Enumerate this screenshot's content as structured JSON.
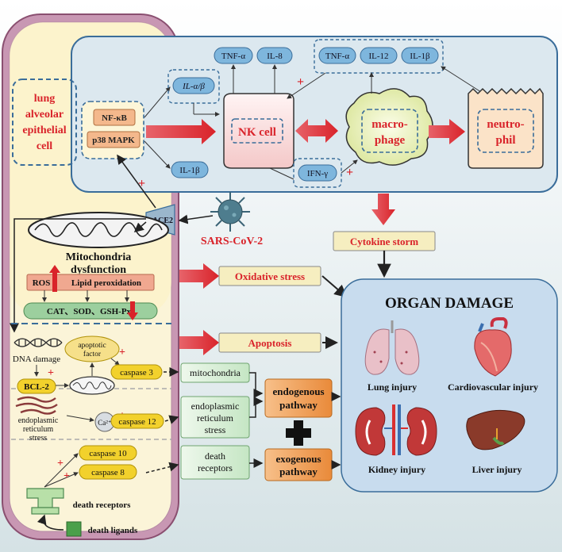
{
  "cell_title": [
    "lung",
    "alveolar",
    "epithelial",
    "cell"
  ],
  "immune_cells": {
    "nk": "NK cell",
    "macrophage": [
      "macro-",
      "phage"
    ],
    "neutrophil": [
      "neutro-",
      "phil"
    ]
  },
  "signaling": {
    "nfkb": "NF-κB",
    "p38": "p38 MAPK"
  },
  "cytokines": {
    "il_ab": "IL-α/β",
    "il1b_left": "IL-1β",
    "tnf_top": "TNF-α",
    "il8": "IL-8",
    "tnf_right": "TNF-α",
    "il12": "IL-12",
    "il1b_right": "IL-1β",
    "ifn": "IFN-γ"
  },
  "receptor": "ACE2",
  "virus": "SARS-CoV-2",
  "cytokine_storm": "Cytokine storm",
  "mito": {
    "title": [
      "Mitochondria",
      "dysfunction"
    ],
    "ros": "ROS",
    "lipid": "Lipid peroxidation",
    "antioxidants": "CAT、SOD、GSH-Px"
  },
  "oxidative_stress": "Oxidative stress",
  "apoptosis_label": "Apoptosis",
  "apoptosis_path": {
    "dna": "DNA damage",
    "bcl2": "BCL-2",
    "apoptotic_factor": [
      "apoptotic",
      "factor"
    ],
    "caspase3": "caspase 3",
    "er": [
      "endoplasmic",
      "reticulum",
      "stress"
    ],
    "ca": "Ca²⁺",
    "caspase12": "caspase 12",
    "caspase10": "caspase 10",
    "caspase8": "caspase 8",
    "death_receptors": "death receptors",
    "death_ligands": "death ligands"
  },
  "pathways": {
    "mitochondria": "mitochondria",
    "er": [
      "endoplasmic",
      "reticulum",
      "stress"
    ],
    "death_receptors": [
      "death",
      "receptors"
    ],
    "endogenous": [
      "endogenous",
      "pathway"
    ],
    "exogenous": [
      "exogenous",
      "pathway"
    ]
  },
  "organ": {
    "title": "ORGAN DAMAGE",
    "lung": "Lung injury",
    "cardio": "Cardiovascular injury",
    "kidney": "Kidney injury",
    "liver": "Liver injury"
  },
  "colors": {
    "red": "#d9232a",
    "blue_stroke": "#3a6d9a",
    "pill": "#7eb6dd",
    "yellow": "#f6eec0",
    "orange": "#f0a860",
    "green": "#d2ecd2",
    "organ_panel": "#c8dcee"
  }
}
